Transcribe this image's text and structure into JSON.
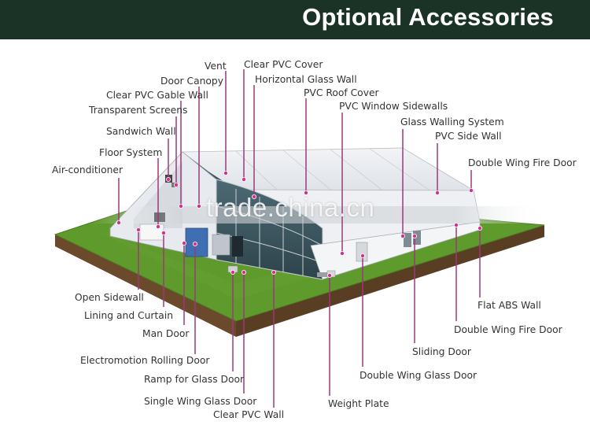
{
  "header": {
    "title": "Optional Accessories"
  },
  "watermark": "trade.china.cn",
  "labels": {
    "vent": "Vent",
    "clear_pvc_cover": "Clear PVC Cover",
    "door_canopy": "Door Canopy",
    "horizontal_glass_wall": "Horizontal Glass Wall",
    "clear_pvc_gable_wall": "Clear PVC Gable Wall",
    "pvc_roof_cover": "PVC Roof Cover",
    "transparent_screens": "Transparent Screens",
    "pvc_window_sidewalls": "PVC Window Sidewalls",
    "sandwich_wall": "Sandwich Wall",
    "glass_walling_system": "Glass Walling System",
    "pvc_side_wall": "PVC Side Wall",
    "floor_system": "Floor System",
    "double_wing_fire_door_top": "Double Wing Fire Door",
    "air_conditioner": "Air-conditioner",
    "open_sidewall": "Open Sidewall",
    "lining_and_curtain": "Lining and Curtain",
    "flat_abs_wall": "Flat ABS Wall",
    "man_door": "Man Door",
    "double_wing_fire_door_bottom": "Double Wing Fire Door",
    "electromotion_rolling_door": "Electromotion Rolling Door",
    "sliding_door": "Sliding Door",
    "double_wing_glass_door": "Double Wing Glass Door",
    "ramp_for_glass_door": "Ramp for Glass Door",
    "single_wing_glass_door": "Single Wing Glass Door",
    "weight_plate": "Weight Plate",
    "clear_pvc_wall": "Clear PVC Wall"
  },
  "colors": {
    "header_bg": "#1b3327",
    "grass": "#5f9a2d",
    "soil": "#6b4a2b",
    "leader_line": "#9a3a7a",
    "marker": "#d1328f"
  }
}
